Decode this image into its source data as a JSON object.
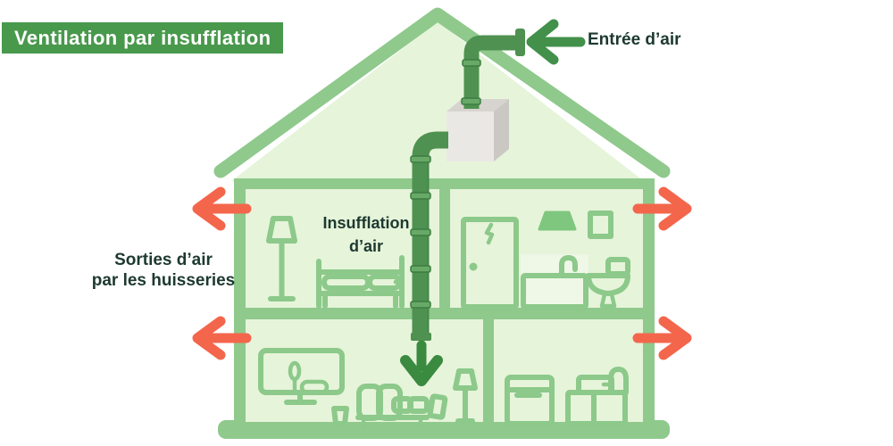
{
  "title": "Ventilation par insufflation",
  "labels": {
    "air_entry": "Entrée d’air",
    "insufflation_line1": "Insufflation",
    "insufflation_line2": "d’air",
    "outlets_line1": "Sorties d’air",
    "outlets_line2": "par les huisseries"
  },
  "colors": {
    "badge_green": "#48994c",
    "badge_text": "#ffffff",
    "wall_green": "#8fc98c",
    "room_fill": "#e6f4da",
    "furniture_green": "#8cc98a",
    "lamp_fill": "#7fc67f",
    "sink_panel": "#eff7e7",
    "pipe_green": "#4e9150",
    "pipe_ring": "#68a968",
    "pipe_edge": "#3c7e40",
    "down_arrow_green": "#3a8a40",
    "entry_arrow_green": "#42904a",
    "exhaust_red": "#f3664c",
    "unit_front": "#eae8e5",
    "unit_top": "#d7d4d0",
    "unit_side": "#cbc8c4",
    "text_dark": "#1d3930"
  }
}
